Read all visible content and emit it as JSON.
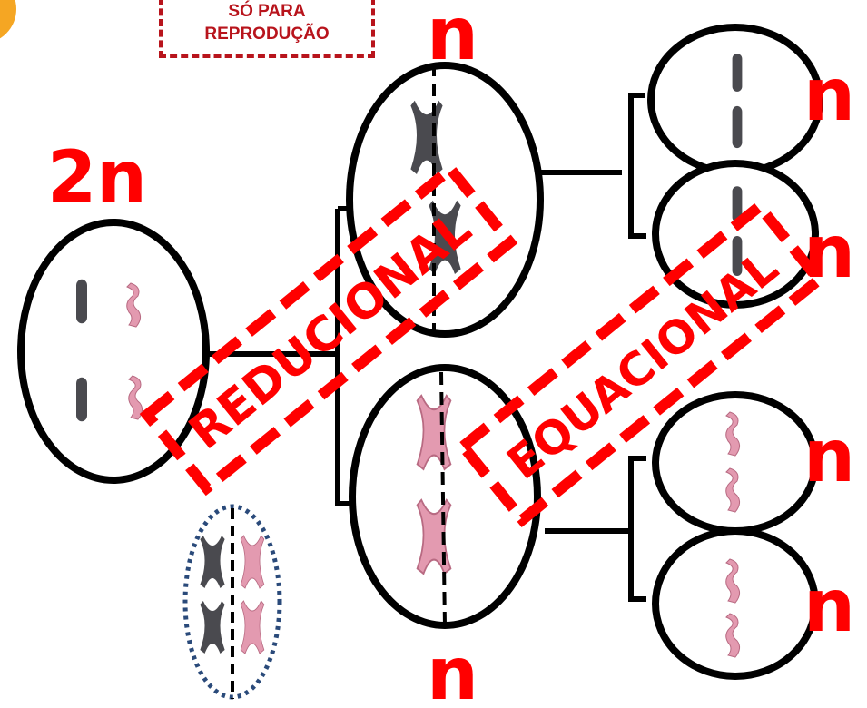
{
  "note": {
    "line1": "SÓ PARA",
    "line2": "REPRODUÇÃO"
  },
  "labels": {
    "diploid": "2n",
    "haploid_top": "n",
    "haploid_bottom": "n",
    "daughter_1": "n",
    "daughter_2": "n",
    "daughter_3": "n",
    "daughter_4": "n"
  },
  "stamps": {
    "meiosis_1": "REDUCIONAL",
    "meiosis_2": "EQUACIONAL"
  },
  "colors": {
    "label_red": "#ff0000",
    "note_red": "#b8141c",
    "maternal_chromosome": "#4a4a4f",
    "paternal_chromosome": "#e39ab0",
    "dotted_outline": "#2a4a7a",
    "corner_badge": "#f5a623"
  }
}
